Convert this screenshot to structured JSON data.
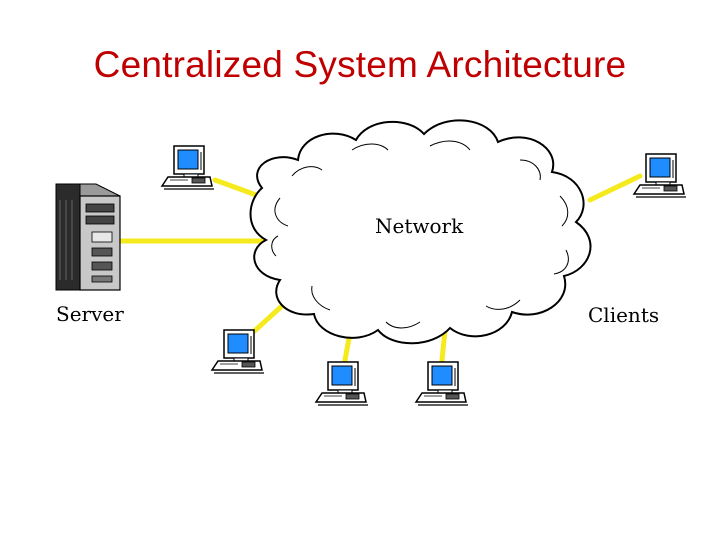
{
  "slide": {
    "title": "Centralized System Architecture"
  },
  "diagram": {
    "network_label": "Network",
    "server_label": "Server",
    "clients_label": "Clients",
    "colors": {
      "title": "#c00000",
      "link": "#f5ea1e",
      "screen": "#1f8cff",
      "outline": "#000000"
    }
  }
}
